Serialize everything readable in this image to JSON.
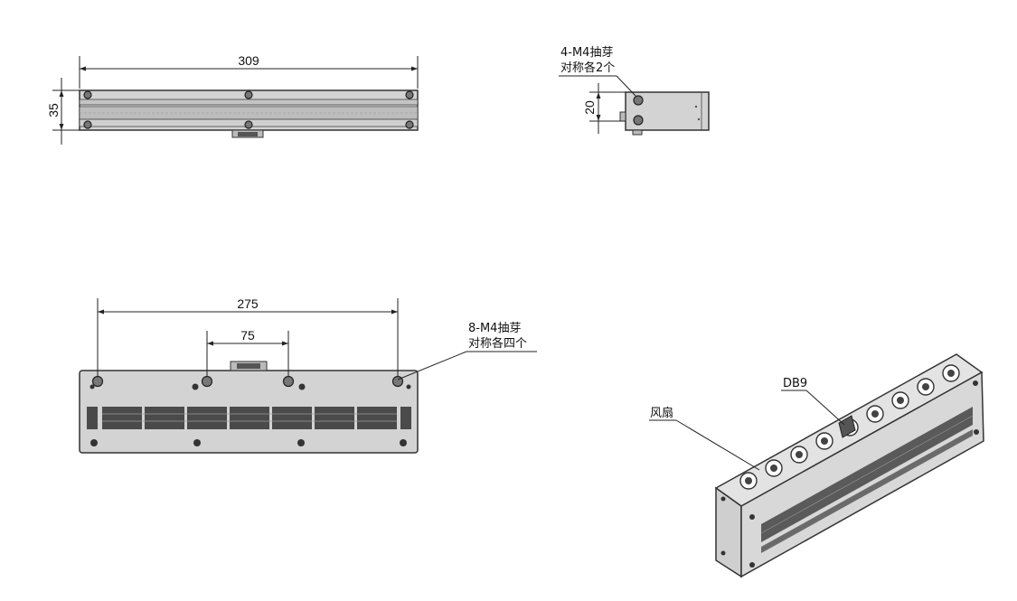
{
  "dimensions": {
    "top_length": "309",
    "top_height": "35",
    "side_height": "20",
    "front_span": "275",
    "front_inner": "75"
  },
  "annotations": {
    "side_holes_line1": "4-M4抽芽",
    "side_holes_line2": "对称各2个",
    "front_holes_line1": "8-M4抽芽",
    "front_holes_line2": "对称各四个",
    "connector": "DB9",
    "fan": "风扇"
  },
  "colors": {
    "body": "#d3d3d3",
    "outline": "#222222",
    "grill": "#4a4a4a"
  }
}
